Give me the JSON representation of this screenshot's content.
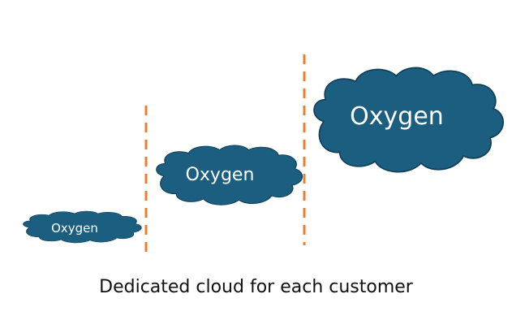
{
  "colors": {
    "cloud_fill": "#1b5e80",
    "cloud_stroke": "#0f3f58",
    "cloud_text": "#ffffff",
    "divider": "#ed7d31",
    "caption": "#111111"
  },
  "clouds": [
    {
      "label": "Oxygen",
      "size": "small"
    },
    {
      "label": "Oxygen",
      "size": "medium"
    },
    {
      "label": "Oxygen",
      "size": "large"
    }
  ],
  "dividers": 2,
  "caption": "Dedicated cloud for each customer"
}
